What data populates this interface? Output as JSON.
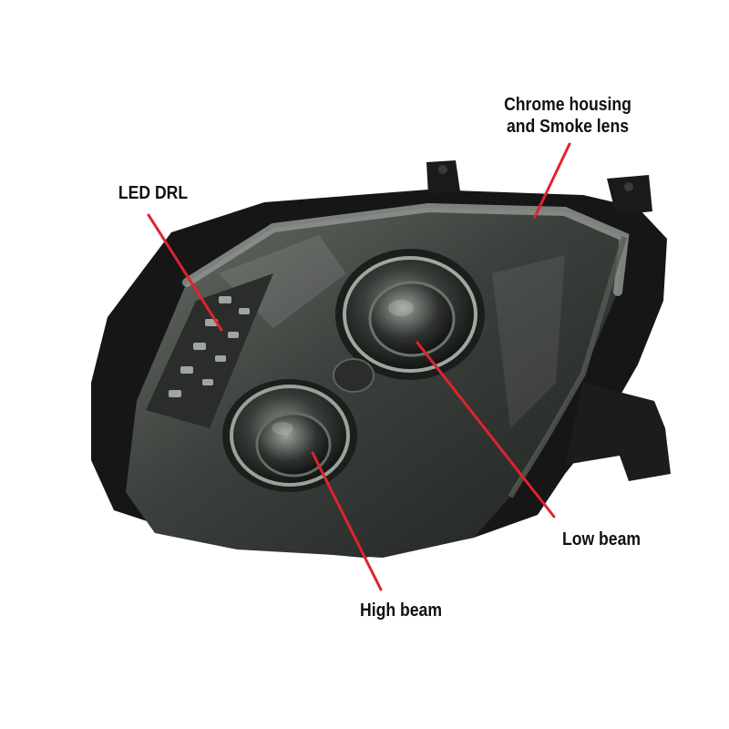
{
  "callouts": {
    "chrome_housing_line1": "Chrome housing",
    "chrome_housing_line2": "and Smoke lens",
    "led_drl": "LED DRL",
    "low_beam": "Low beam",
    "high_beam": "High beam"
  },
  "colors": {
    "leader_line": "#e0232e",
    "label_text": "#111111",
    "lens_smoke": "#3a3d3a",
    "housing_black": "#151515",
    "background": "#ffffff"
  }
}
